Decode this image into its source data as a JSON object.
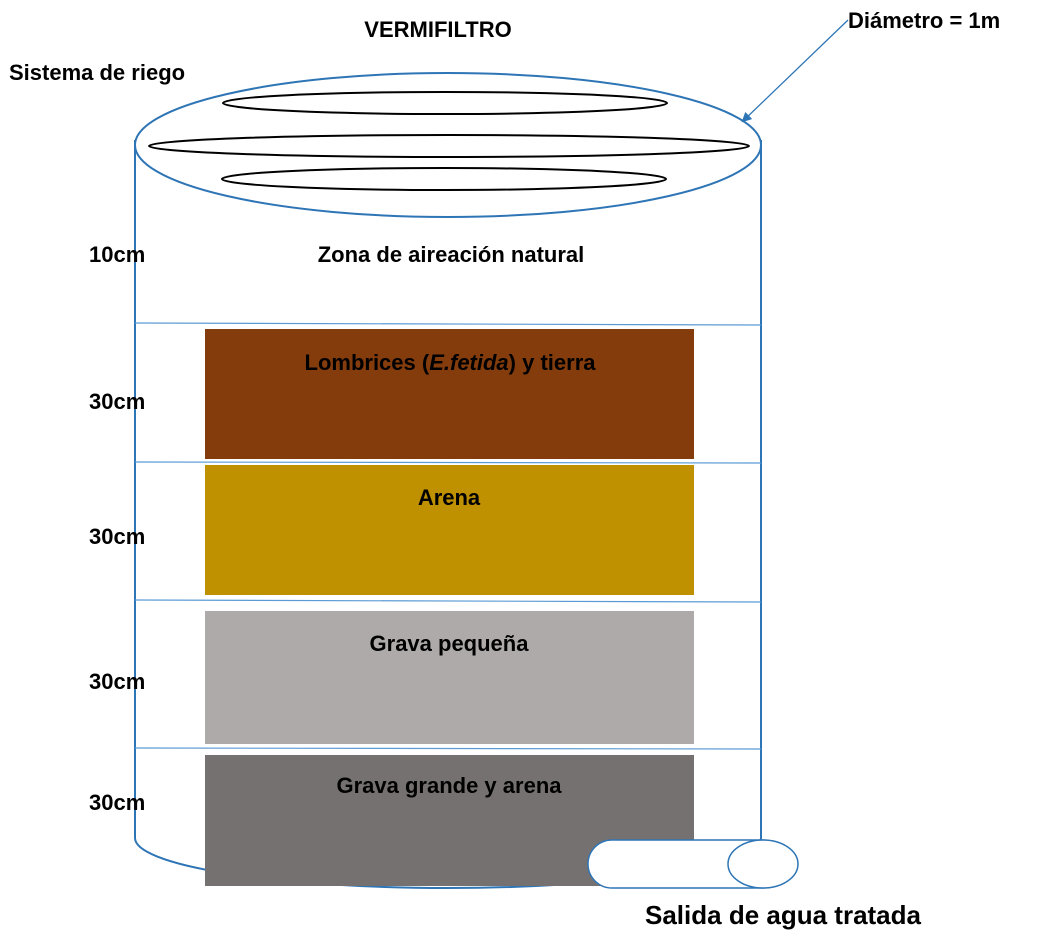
{
  "title": "VERMIFILTRO",
  "diameter_label": "Diámetro = 1m",
  "irrigation_label": "Sistema de riego",
  "outlet_label": "Salida de agua tratada",
  "aeration_zone": {
    "label": "Zona de aireación natural",
    "depth": "10cm"
  },
  "layers": [
    {
      "id": "worms",
      "depth": "30cm",
      "label_prefix": "Lombrices (",
      "label_italic": "E.fetida",
      "label_suffix": ") y tierra",
      "color": "#843C0C"
    },
    {
      "id": "sand",
      "depth": "30cm",
      "label": "Arena",
      "color": "#BF9000"
    },
    {
      "id": "small-gravel",
      "depth": "30cm",
      "label": "Grava pequeña",
      "color": "#AEAAAA"
    },
    {
      "id": "large-gravel",
      "depth": "30cm",
      "label": "Grava grande y arena",
      "color": "#767171"
    }
  ],
  "colors": {
    "outline": "#2E75B6",
    "divider": "#5B9BD5",
    "text": "#000000",
    "pipe": "#000000"
  }
}
